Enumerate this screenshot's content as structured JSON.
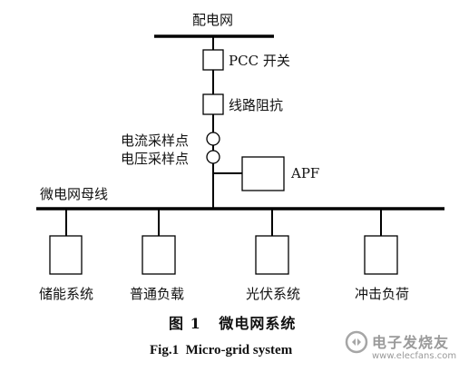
{
  "diagram": {
    "grid_label": "配电网",
    "pcc_label": "PCC 开关",
    "impedance_label": "线路阻抗",
    "current_sampling_label": "电流采样点",
    "voltage_sampling_label": "电压采样点",
    "apf_label": "APF",
    "bus_label": "微电网母线",
    "loads": [
      {
        "label": "储能系统"
      },
      {
        "label": "普通负载"
      },
      {
        "label": "光伏系统"
      },
      {
        "label": "冲击负荷"
      }
    ]
  },
  "caption": {
    "cn": "图 1   微电网系统",
    "en": "Fig.1  Micro-grid system"
  },
  "watermark": {
    "text": "电子发烧友",
    "site": "www.elecfans.com"
  }
}
